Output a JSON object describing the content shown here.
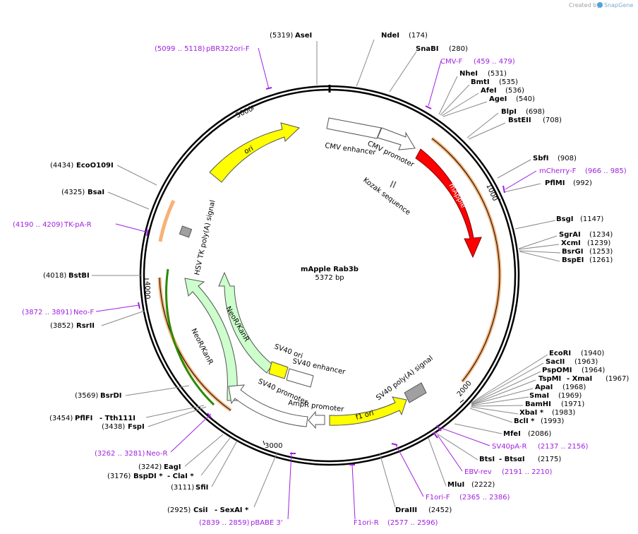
{
  "header": {
    "created_by": "Created by",
    "brand": "SnapGene"
  },
  "plasmid": {
    "name": "mApple Rab3b",
    "length_label": "5372 bp"
  },
  "ticks": [
    "1000",
    "2000",
    "3000",
    "4000",
    "5000"
  ],
  "features": [
    {
      "label": "CMV enhancer"
    },
    {
      "label": "CMV promoter"
    },
    {
      "label": "mApple"
    },
    {
      "label": "Kozak sequence"
    },
    {
      "label": "ori"
    },
    {
      "label": "HSV TK poly(A) signal"
    },
    {
      "label": "NeoR/KanR"
    },
    {
      "label": "NeoR/KanR"
    },
    {
      "label": "SV40 ori"
    },
    {
      "label": "SV40 enhancer"
    },
    {
      "label": "SV40 promoter"
    },
    {
      "label": "AmpR promoter"
    },
    {
      "label": "f1 ori"
    },
    {
      "label": "SV40 poly(A) signal"
    }
  ],
  "colors": {
    "mApple": "#ff0000",
    "ori": "#ffff00",
    "neo": "#ccffcc",
    "promoter": "#ffffff",
    "polyA": "#a0a0a0",
    "primer": "#a020e0",
    "orf": "#f4a460"
  },
  "sites": [
    {
      "pos": "(5319)",
      "name": "AseI"
    },
    {
      "name": "NdeI",
      "pos": "(174)"
    },
    {
      "name": "SnaBI",
      "pos": "(280)"
    },
    {
      "name": "NheI",
      "pos": "(531)"
    },
    {
      "name": "BmtI",
      "pos": "(535)"
    },
    {
      "name": "AfeI",
      "pos": "(536)"
    },
    {
      "name": "AgeI",
      "pos": "(540)"
    },
    {
      "name": "BlpI",
      "pos": "(698)"
    },
    {
      "name": "BstEII",
      "pos": "(708)"
    },
    {
      "name": "SbfI",
      "pos": "(908)"
    },
    {
      "name": "PflMI",
      "pos": "(992)"
    },
    {
      "name": "BsgI",
      "pos": "(1147)"
    },
    {
      "name": "SgrAI",
      "pos": "(1234)"
    },
    {
      "name": "XcmI",
      "pos": "(1239)"
    },
    {
      "name": "BsrGI",
      "pos": "(1253)"
    },
    {
      "name": "BspEI",
      "pos": "(1261)"
    },
    {
      "name": "EcoRI",
      "pos": "(1940)"
    },
    {
      "name": "SacII",
      "pos": "(1963)"
    },
    {
      "name": "PspOMI",
      "pos": "(1964)"
    },
    {
      "name": "TspMI",
      "sep": "- XmaI",
      "pos": "(1967)"
    },
    {
      "name": "ApaI",
      "pos": "(1968)"
    },
    {
      "name": "SmaI",
      "pos": "(1969)"
    },
    {
      "name": "BamHI",
      "pos": "(1971)"
    },
    {
      "name": "XbaI *",
      "pos": "(1983)"
    },
    {
      "name": "BclI *",
      "pos": "(1993)"
    },
    {
      "name": "MfeI",
      "pos": "(2086)"
    },
    {
      "name": "BtsI",
      "sep": "- BtsαI",
      "pos": "(2175)"
    },
    {
      "name": "MluI",
      "pos": "(2222)"
    },
    {
      "name": "DraIII",
      "pos": "(2452)"
    },
    {
      "pos": "(2925)",
      "name": "CsiI",
      "sep": "- SexAI *"
    },
    {
      "pos": "(3111)",
      "name": "SfiI"
    },
    {
      "pos": "(3176)",
      "name": "BspDI *",
      "sep": "- ClaI *"
    },
    {
      "pos": "(3242)",
      "name": "EagI"
    },
    {
      "pos": "(3438)",
      "name": "FspI"
    },
    {
      "pos": "(3454)",
      "name": "PflFI",
      "sep": "- Tth111I"
    },
    {
      "pos": "(3569)",
      "name": "BsrDI"
    },
    {
      "pos": "(3852)",
      "name": "RsrII"
    },
    {
      "pos": "(4018)",
      "name": "BstBI"
    },
    {
      "pos": "(4325)",
      "name": "BsaI"
    },
    {
      "pos": "(4434)",
      "name": "EcoO109I"
    }
  ],
  "primers": [
    {
      "range": "(5099 .. 5118)",
      "name": "pBR322ori-F"
    },
    {
      "name": "CMV-F",
      "range": "(459 .. 479)"
    },
    {
      "name": "mCherry-F",
      "range": "(966 .. 985)"
    },
    {
      "name": "SV40pA-R",
      "range": "(2137 .. 2156)"
    },
    {
      "name": "EBV-rev",
      "range": "(2191 .. 2210)"
    },
    {
      "name": "F1ori-F",
      "range": "(2365 .. 2386)"
    },
    {
      "name": "F1ori-R",
      "range": "(2577 .. 2596)"
    },
    {
      "range": "(2839 .. 2859)",
      "name": "pBABE 3'"
    },
    {
      "range": "(3262 .. 3281)",
      "name": "Neo-R"
    },
    {
      "range": "(3872 .. 3891)",
      "name": "Neo-F"
    },
    {
      "range": "(4190 .. 4209)",
      "name": "TK-pA-R"
    }
  ]
}
